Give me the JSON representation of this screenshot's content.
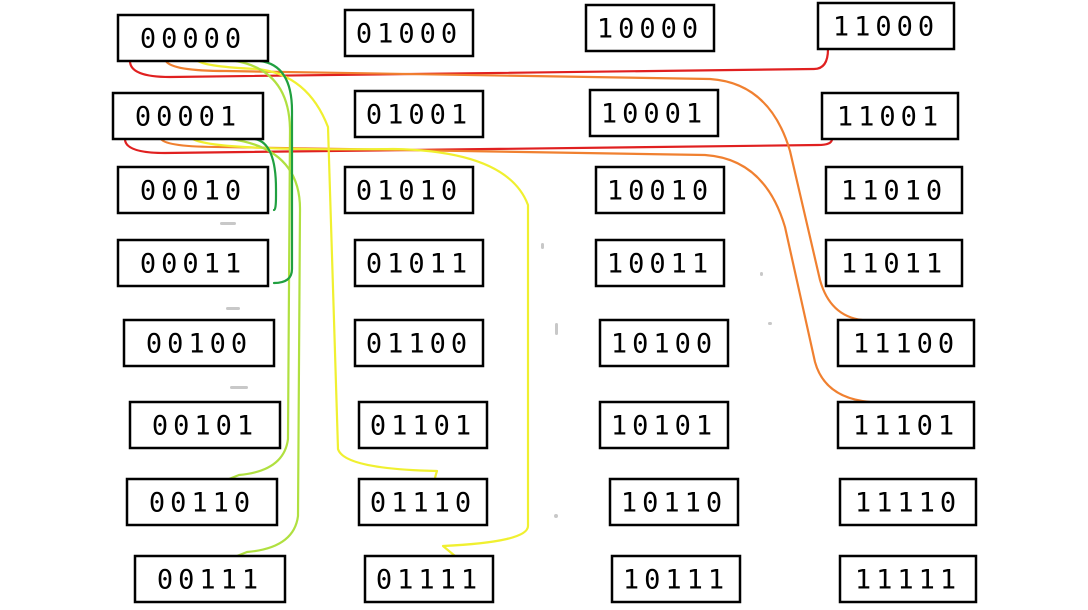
{
  "colors": {
    "box_stroke": "#000000",
    "text": "#000000",
    "red": "#e02020",
    "orange": "#f08030",
    "yellow": "#f0f030",
    "yellow_green": "#b0e040",
    "green": "#20a040"
  },
  "columns": [
    [
      "00000",
      "00001",
      "00010",
      "00011",
      "00100",
      "00101",
      "00110",
      "00111"
    ],
    [
      "01000",
      "01001",
      "01010",
      "01011",
      "01100",
      "01101",
      "01110",
      "01111"
    ],
    [
      "10000",
      "10001",
      "10010",
      "10011",
      "10100",
      "10101",
      "10110",
      "10111"
    ],
    [
      "11000",
      "11001",
      "11010",
      "11011",
      "11100",
      "11101",
      "11110",
      "11111"
    ]
  ],
  "connections": [
    {
      "from": "00000",
      "to": "11000",
      "color": "red"
    },
    {
      "from": "00001",
      "to": "11001",
      "color": "red"
    },
    {
      "from": "00000",
      "to": "11100",
      "color": "orange"
    },
    {
      "from": "00001",
      "to": "11101",
      "color": "orange"
    },
    {
      "from": "00000",
      "to": "01110",
      "color": "yellow"
    },
    {
      "from": "00001",
      "to": "01111",
      "color": "yellow"
    },
    {
      "from": "00000",
      "to": "00110",
      "color": "yellow_green"
    },
    {
      "from": "00001",
      "to": "00111",
      "color": "yellow_green"
    },
    {
      "from": "00000",
      "to": "00011",
      "color": "green"
    },
    {
      "from": "00001",
      "to": "00010",
      "color": "green"
    }
  ]
}
